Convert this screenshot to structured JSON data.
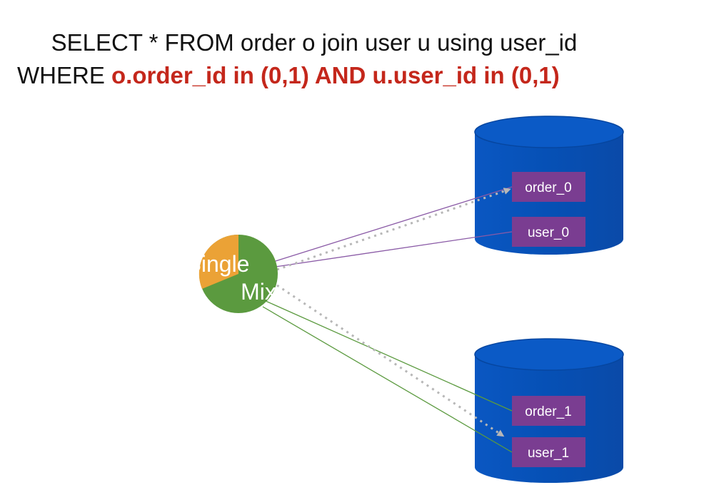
{
  "query": {
    "line1": "SELECT * FROM order o join user u using user_id",
    "line2_prefix": "WHERE ",
    "line2_condition": "o.order_id in (0,1) AND u.user_id in (0,1)"
  },
  "node": {
    "label_line1": "Single",
    "label_line2": "Mix",
    "colors": {
      "primary": "#5b9a3f",
      "secondary": "#eba236"
    }
  },
  "databases": [
    {
      "tables": [
        "order_0",
        "user_0"
      ]
    },
    {
      "tables": [
        "order_1",
        "user_1"
      ]
    }
  ],
  "colors": {
    "database_fill": "#0751b8",
    "table_fill": "#7a3d91",
    "condition_text": "#c4271b",
    "edge_purple": "#8a5aa6",
    "edge_green": "#5b9a3f",
    "edge_dotted": "#b7b7b7"
  }
}
